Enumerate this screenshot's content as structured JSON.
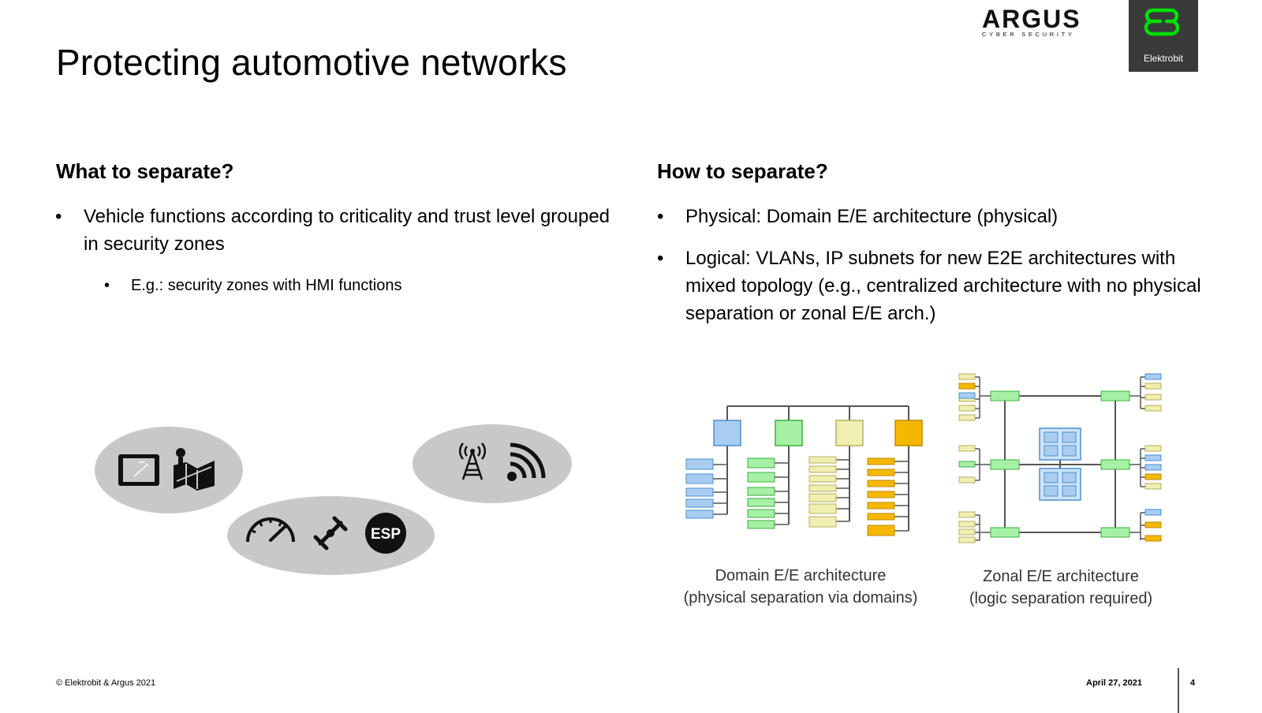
{
  "slide": {
    "title": "Protecting automotive networks"
  },
  "logos": {
    "argus": {
      "name": "ARGUS",
      "tagline": "CYBER SECURITY"
    },
    "elektrobit": {
      "name": "Elektrobit",
      "accent": "#00e000"
    }
  },
  "left": {
    "heading": "What to separate?",
    "bullets": [
      "Vehicle functions according to criticality and trust level grouped in security zones"
    ],
    "sub_bullets": [
      "E.g.: security zones with HMI functions"
    ],
    "zones": [
      {
        "icons": [
          "tablet-icon",
          "map-icon"
        ]
      },
      {
        "icons": [
          "speedometer-icon",
          "chassis-icon",
          "esp-icon"
        ],
        "esp_label": "ESP"
      },
      {
        "icons": [
          "antenna-tower-icon",
          "wifi-signal-icon"
        ]
      }
    ]
  },
  "right": {
    "heading": "How to separate?",
    "bullets": [
      "Physical: Domain E/E architecture (physical)",
      "Logical: VLANs, IP subnets for new E2E architectures with mixed topology (e.g., centralized architecture with no physical separation or zonal E/E arch.)"
    ],
    "diagrams": [
      {
        "caption_line1": "Domain E/E architecture",
        "caption_line2": "(physical separation via domains)"
      },
      {
        "caption_line1": "Zonal E/E architecture",
        "caption_line2": "(logic separation required)"
      }
    ],
    "colors": {
      "blue": "#a8cdf0",
      "green": "#a6f0a6",
      "yellow": "#f0eeb0",
      "orange": "#f5b800"
    }
  },
  "footer": {
    "copyright": "© Elektrobit & Argus 2021",
    "date": "April 27, 2021",
    "page": "4"
  }
}
